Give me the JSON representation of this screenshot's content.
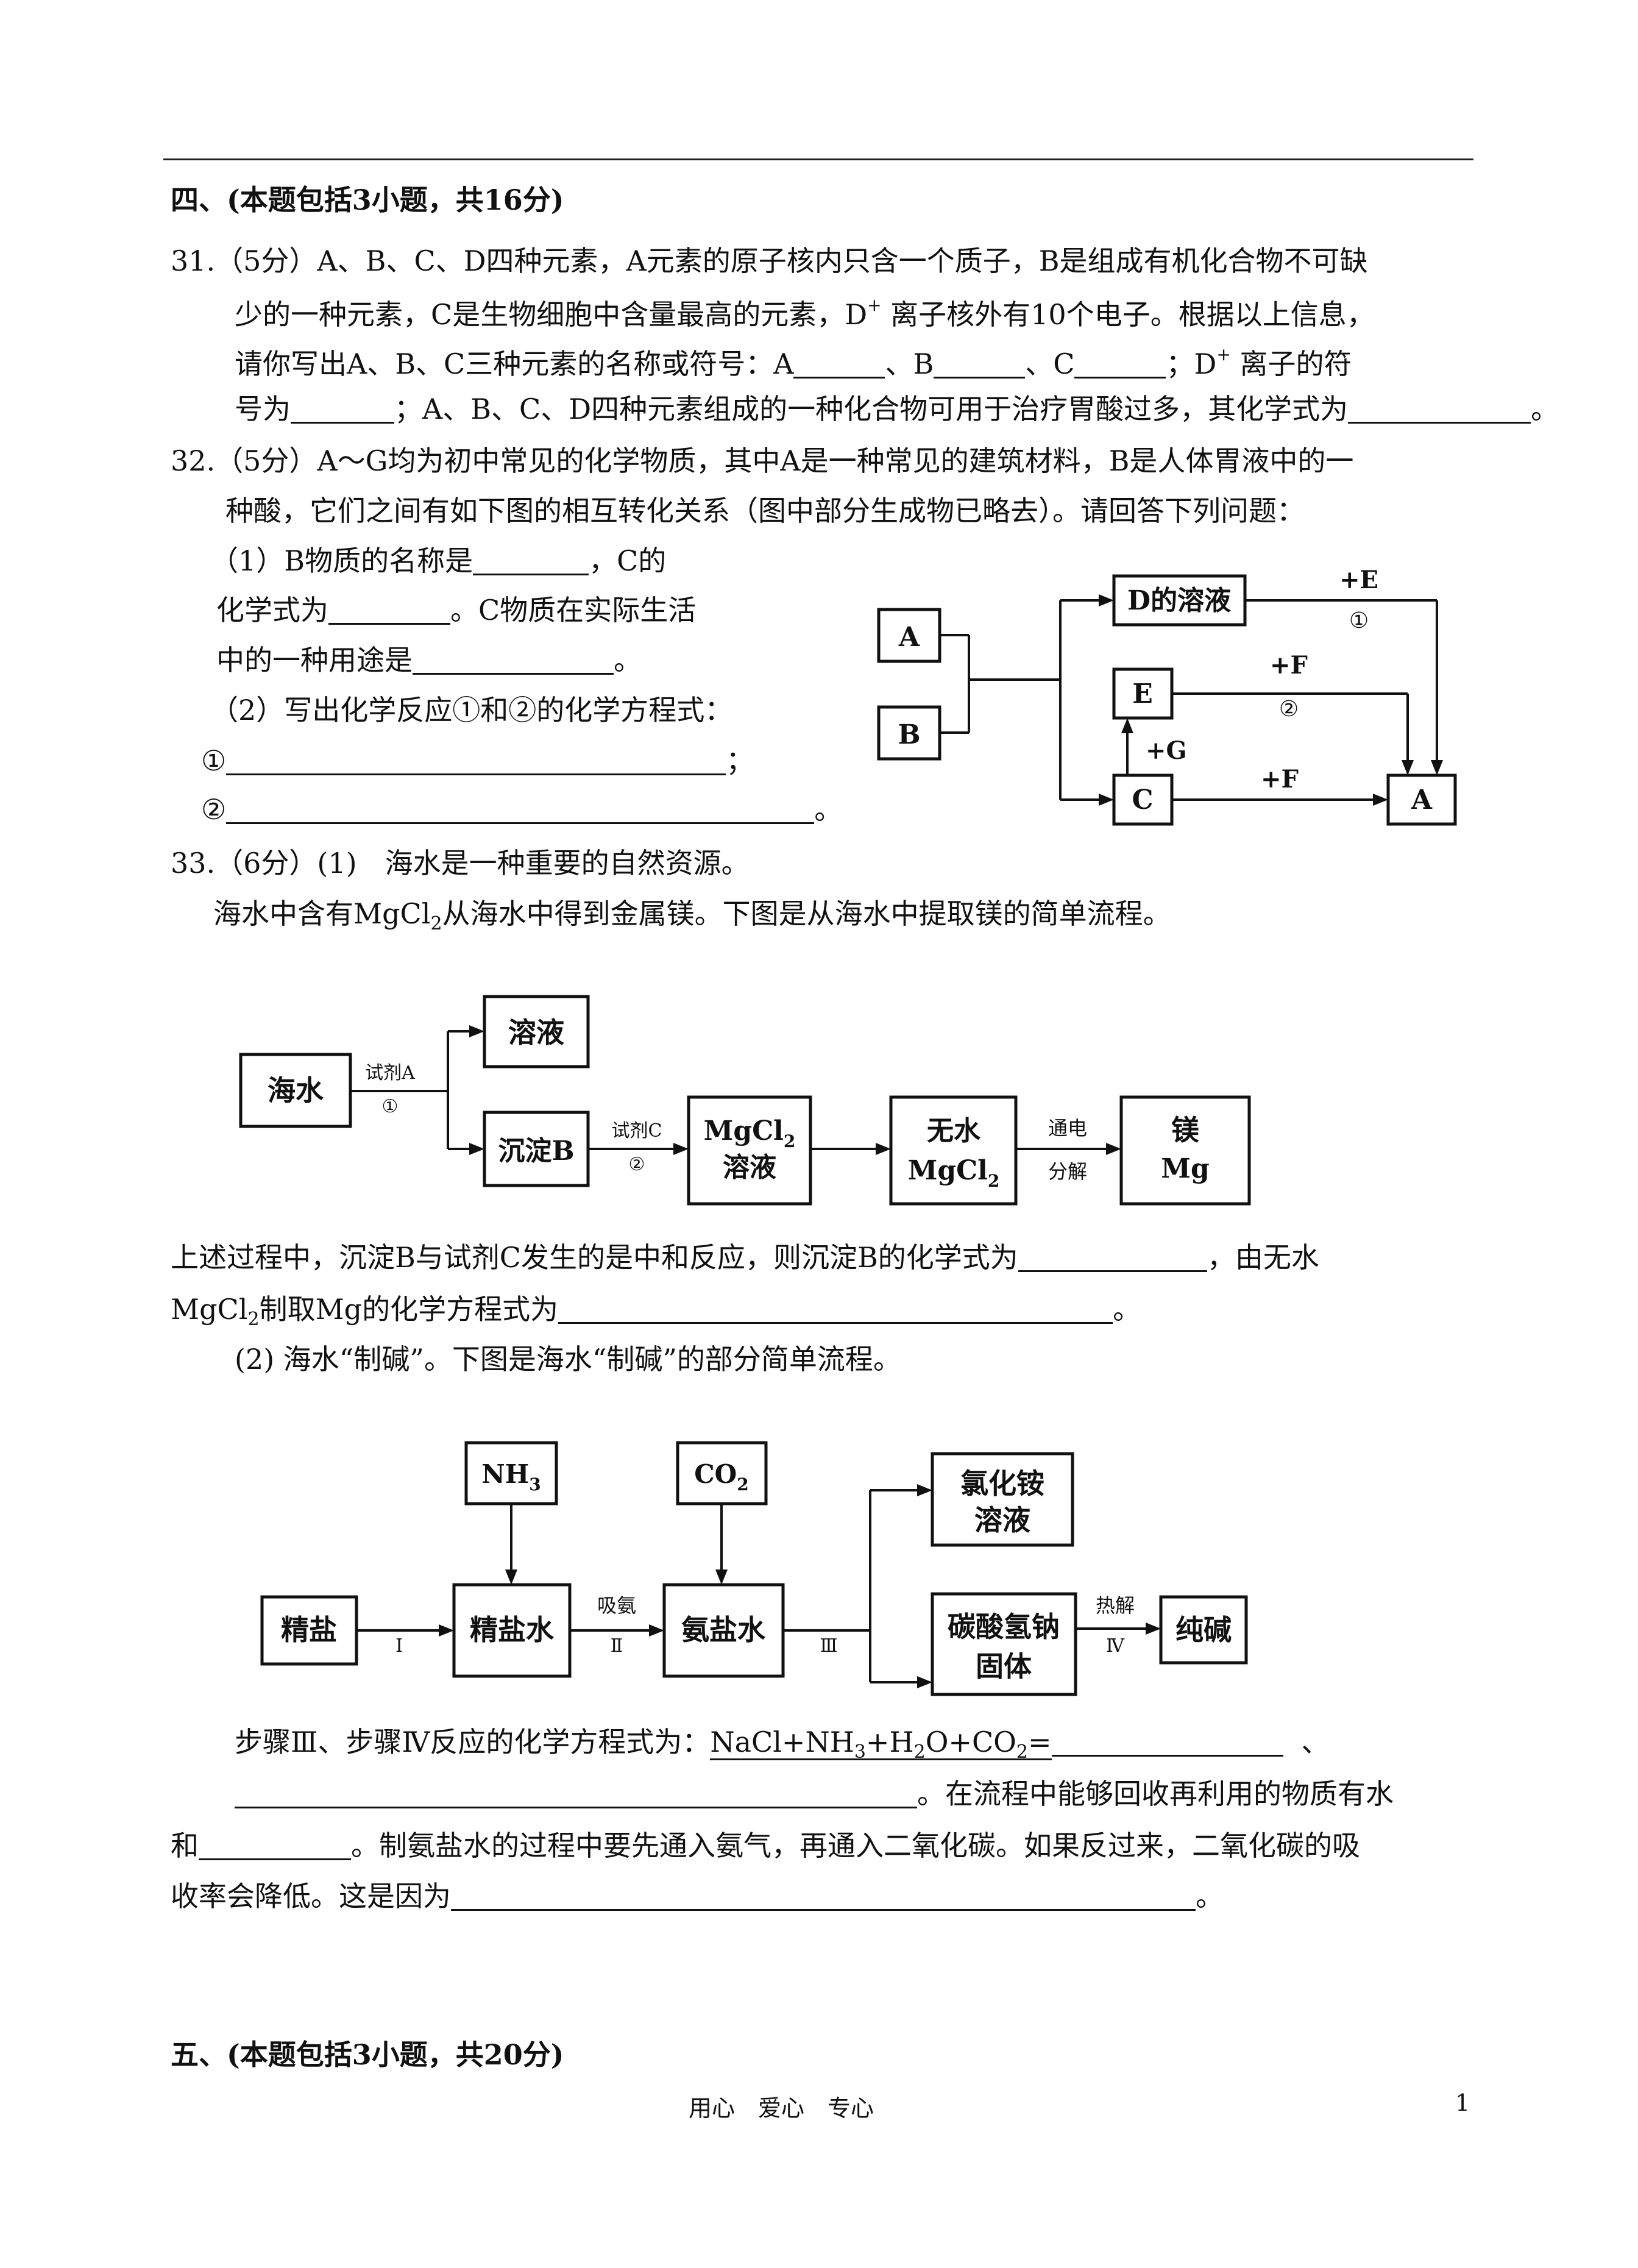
{
  "section4": {
    "title": "四、(本题包括3小题，共16分)"
  },
  "q31": {
    "line1": "31.（5分）A、B、C、D四种元素，A元素的原子核内只含一个质子，B是组成有机化合物不可缺",
    "line2": "少的一种元素，C是生物细胞中含量最高的元素，D",
    "line2_sup": "+",
    "line2_end": " 离子核外有10个电子。根据以上信息，",
    "line3_a": "请你写出A、B、C三种元素的名称或符号：A",
    "line3_b": "、B",
    "line3_c": "、C",
    "line3_d": "；D",
    "line3_sup": "+",
    "line3_e": " 离子的符",
    "line4_a": "号为",
    "line4_b": "；A、B、C、D四种元素组成的一种化合物可用于治疗胃酸过多，其化学式为",
    "line4_end": "。"
  },
  "q32": {
    "line1": "32.（5分）A～G均为初中常见的化学物质，其中A是一种常见的建筑材料，B是人体胃液中的一",
    "line2": "种酸，它们之间有如下图的相互转化关系（图中部分生成物已略去）。请回答下列问题：",
    "p1_a": "（1）B物质的名称是",
    "p1_b": "，C的",
    "p2_a": "化学式为",
    "p2_b": "。C物质在实际生活",
    "p3_a": "中的一种用途是",
    "p3_end": "。",
    "p4": "（2）写出化学反应①和②的化学方程式：",
    "r1": "①",
    "r1_end": "；",
    "r2": "②",
    "r2_end": "。"
  },
  "diagram1": {
    "A": "A",
    "B": "B",
    "D": "D的溶液",
    "E": "E",
    "C": "C",
    "A2": "A",
    "plusE": "+E",
    "n1": "①",
    "plusF1": "+F",
    "n2": "②",
    "plusG": "+G",
    "plusF2": "+F"
  },
  "q33": {
    "line1": "33.（6分）(1)　海水是一种重要的自然资源。",
    "line2_a": "海水中含有MgCl",
    "line2_sub": "2",
    "line2_b": "从海水中得到金属镁。下图是从海水中提取镁的简单流程。",
    "after1_a": "上述过程中，沉淀B与试剂C发生的是中和反应，则沉淀B的化学式为",
    "after1_b": "，由无水",
    "after2_a": "MgCl",
    "after2_sub": "2",
    "after2_b": "制取Mg的化学方程式为",
    "after2_end": "。",
    "part2": "(2) 海水“制碱”。下图是海水“制碱”的部分简单流程。",
    "step_a": "步骤Ⅲ、步骤Ⅳ反应的化学方程式为：",
    "eq_a": "NaCl+NH",
    "eq_s1": "3",
    "eq_b": "+H",
    "eq_s2": "2",
    "eq_c": "O+CO",
    "eq_s3": "2",
    "eq_d": "=",
    "step_sep": "、",
    "step2_end": "。在流程中能够回收再利用的物质有水",
    "step3_a": "和",
    "step3_b": "。制氨盐水的过程中要先通入氨气，再通入二氧化碳。如果反过来，二氧化碳的吸",
    "step4_a": "收率会降低。这是因为",
    "step4_end": "。"
  },
  "diagram2": {
    "seawater": "海水",
    "solution": "溶液",
    "precip": "沉淀B",
    "mgcl2_a": "MgCl",
    "mgcl2_sub": "2",
    "mgcl2_b": "溶液",
    "anhyd_a": "无水",
    "anhyd_b": "MgCl",
    "anhyd_sub": "2",
    "mg_a": "镁",
    "mg_b": "Mg",
    "reagentA": "试剂A",
    "n1": "①",
    "reagentC": "试剂C",
    "n2": "②",
    "elec": "通电",
    "decomp": "分解"
  },
  "diagram3": {
    "nh3_a": "NH",
    "nh3_sub": "3",
    "co2_a": "CO",
    "co2_sub": "2",
    "salt": "精盐",
    "brine": "精盐水",
    "ammonia_brine": "氨盐水",
    "nh4cl_a": "氯化铵",
    "nh4cl_b": "溶液",
    "nahco3_a": "碳酸氢钠",
    "nahco3_b": "固体",
    "soda": "纯碱",
    "s1": "Ⅰ",
    "absorb": "吸氨",
    "s2": "Ⅱ",
    "s3": "Ⅲ",
    "heat": "热解",
    "s4": "Ⅳ"
  },
  "section5": {
    "title": "五、(本题包括3小题，共20分)"
  },
  "footer": {
    "text": "用心　爱心　专心",
    "page": "1"
  }
}
